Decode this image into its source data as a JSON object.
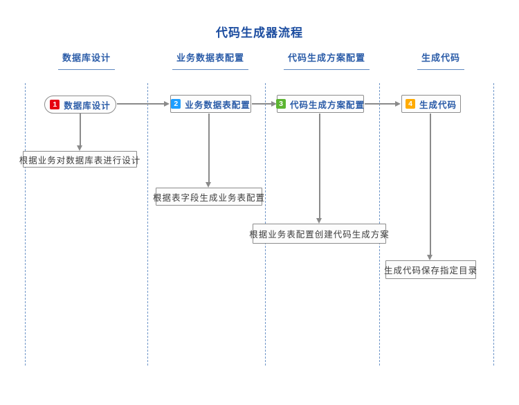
{
  "title": "代码生成器流程",
  "colors": {
    "title_blue": "#1c4da0",
    "header_blue": "#2b5ca8",
    "header_underline_blue": "#5b86c0",
    "lane_line_blue": "#6e95c8",
    "arrow_gray": "#8a8a8a",
    "box_border_gray": "#8c8c8c",
    "desc_text_gray": "#3c3c3c",
    "badge_red": "#e60012",
    "badge_blue": "#1e9fff",
    "badge_green": "#5cb531",
    "badge_orange": "#ffab00"
  },
  "lanes": [
    {
      "header": "数据库设计"
    },
    {
      "header": "业务数据表配置"
    },
    {
      "header": "代码生成方案配置"
    },
    {
      "header": "生成代码"
    }
  ],
  "nodes": [
    {
      "num": "1",
      "label": "数据库设计",
      "badge_color": "#e60012",
      "shape": "stadium"
    },
    {
      "num": "2",
      "label": "业务数据表配置",
      "badge_color": "#1e9fff",
      "shape": "rect"
    },
    {
      "num": "3",
      "label": "代码生成方案配置",
      "badge_color": "#5cb531",
      "shape": "rect"
    },
    {
      "num": "4",
      "label": "生成代码",
      "badge_color": "#ffab00",
      "shape": "rect"
    }
  ],
  "descriptions": [
    {
      "text": "根据业务对数据库表进行设计"
    },
    {
      "text": "根据表字段生成业务表配置"
    },
    {
      "text": "根据业务表配置创建代码生成方案"
    },
    {
      "text": "生成代码保存指定目录"
    }
  ]
}
